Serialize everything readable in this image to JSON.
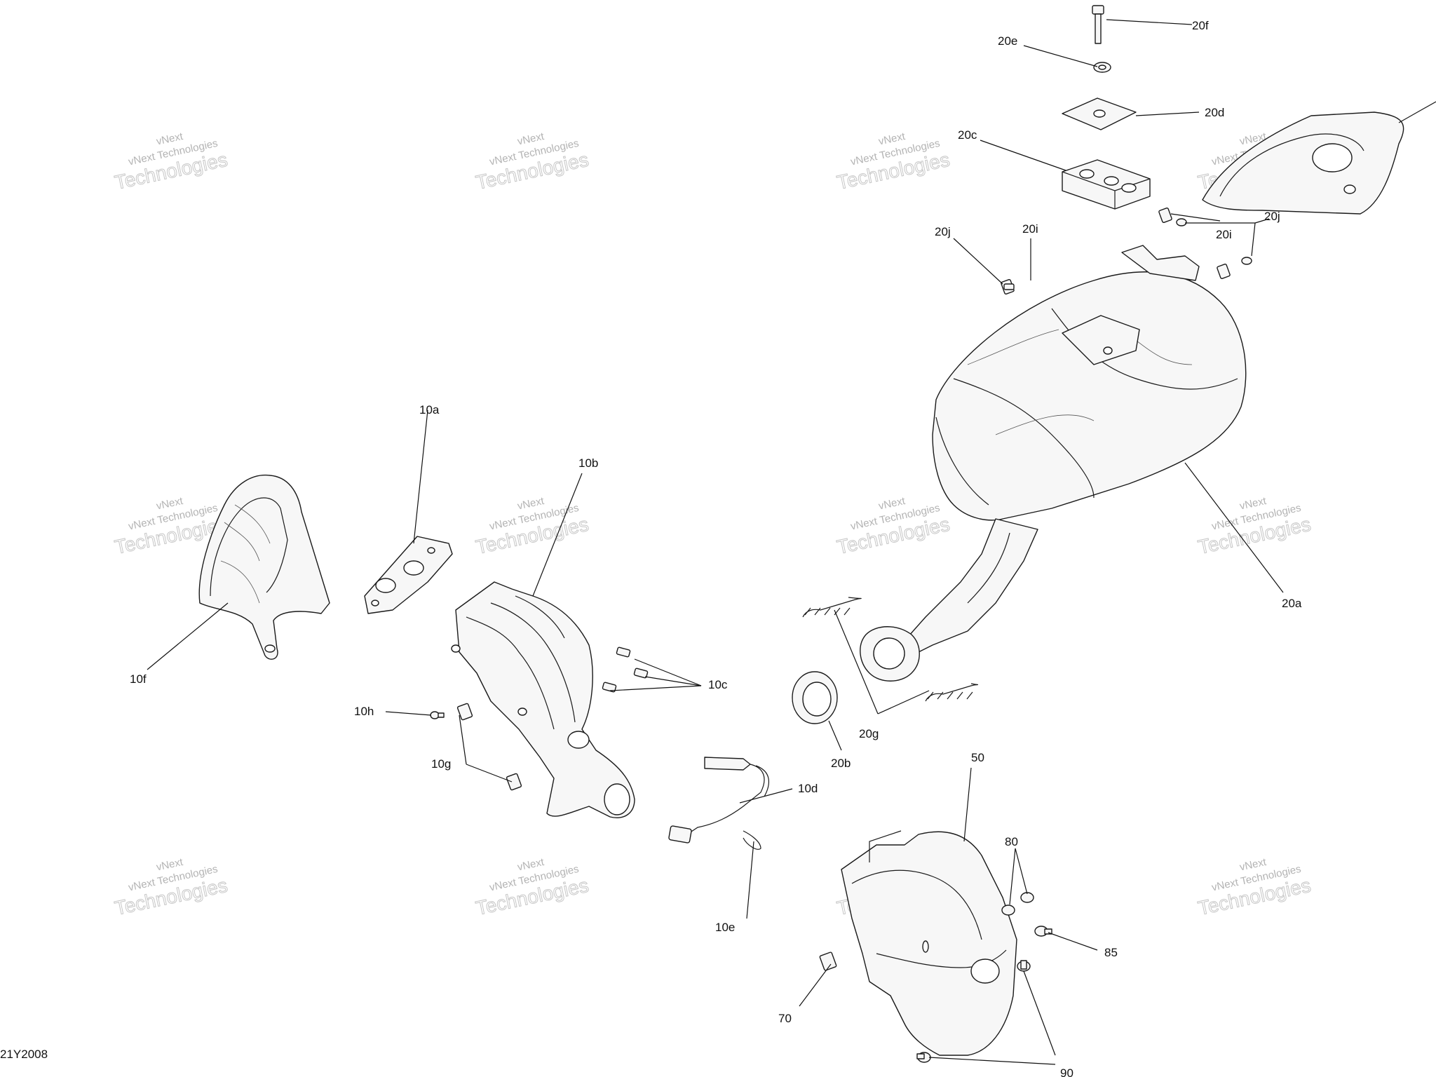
{
  "diagram_code": "21Y2008",
  "watermark": {
    "line1": "vNext",
    "line2": "vNext Technologies",
    "line3": "Technologies"
  },
  "callouts": {
    "c10a": "10a",
    "c10b": "10b",
    "c10c": "10c",
    "c10d": "10d",
    "c10e": "10e",
    "c10f": "10f",
    "c10g": "10g",
    "c10h": "10h",
    "c20a": "20a",
    "c20b": "20b",
    "c20c": "20c",
    "c20d": "20d",
    "c20e": "20e",
    "c20f": "20f",
    "c20g": "20g",
    "c20i_left": "20i",
    "c20i_right": "20i",
    "c20j_left": "20j",
    "c20j_right": "20j",
    "c50": "50",
    "c70": "70",
    "c80": "80",
    "c85": "85",
    "c90": "90"
  }
}
